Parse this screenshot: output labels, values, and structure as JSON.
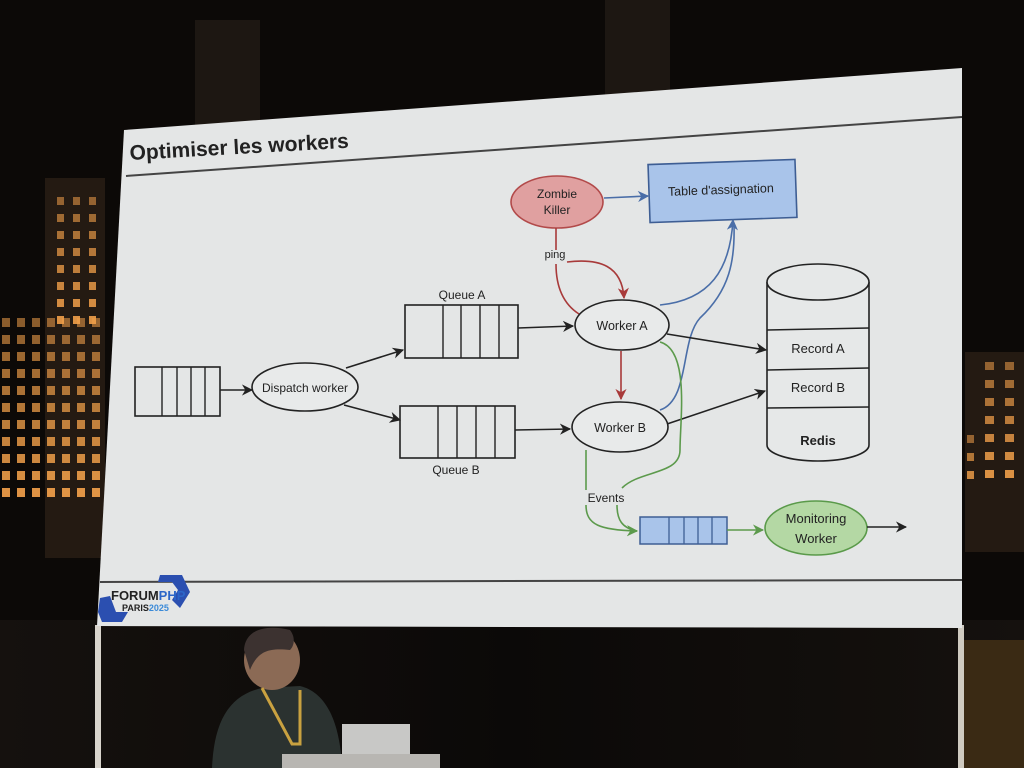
{
  "slide": {
    "title": "Optimiser les workers",
    "logo": {
      "brand_main": "FORUM",
      "brand_accent": "PHP",
      "city": "PARIS",
      "year": "2025"
    }
  },
  "diagram": {
    "zombie_killer": [
      "Zombie",
      "Killer"
    ],
    "table_assignation": "Table d'assignation",
    "ping_label": "ping",
    "dispatch_worker": "Dispatch worker",
    "queue_a": "Queue A",
    "queue_b": "Queue B",
    "worker_a": "Worker A",
    "worker_b": "Worker B",
    "redis": {
      "record_a": "Record A",
      "record_b": "Record B",
      "name": "Redis"
    },
    "events_label": "Events",
    "monitoring_worker": [
      "Monitoring",
      "Worker"
    ]
  },
  "colors": {
    "slide_bg": "#e4e6e6",
    "zombie_fill": "#e0a0a0",
    "zombie_stroke": "#b24a4a",
    "table_fill": "#a9c4ea",
    "table_stroke": "#3e5e94",
    "monitor_fill": "#b4d8a4",
    "monitor_stroke": "#5a9a4a",
    "red_arrow": "#a83a3a",
    "blue_arrow": "#4a6ea8",
    "green_arrow": "#5c9a4c",
    "logo_blue": "#2b4fb0",
    "window_light": "#f2a04a"
  }
}
